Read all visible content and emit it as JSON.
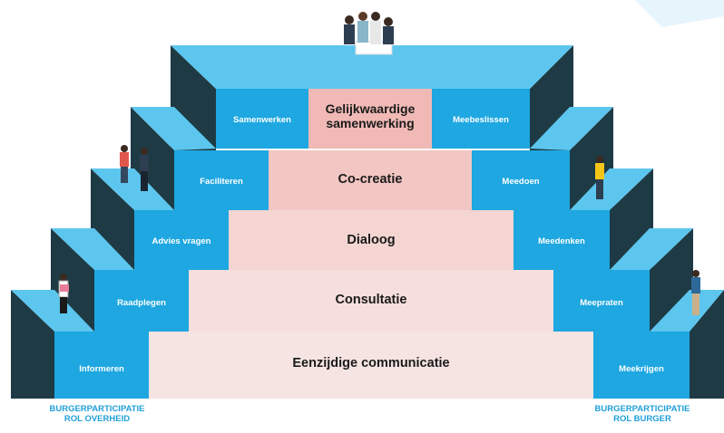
{
  "colors": {
    "stair_front": "#1ea7e1",
    "stair_top": "#5cc6ee",
    "stair_side": "#1e3a44",
    "band_top": "#f0b9b5",
    "band_bottom": "#f5e4e2",
    "footer_text": "#1f9fd8",
    "background": "#ffffff"
  },
  "levels": [
    {
      "center_label": "Eenzijdige communicatie",
      "left_label": "Informeren",
      "right_label": "Meekrijgen"
    },
    {
      "center_label": "Consultatie",
      "left_label": "Raadplegen",
      "right_label": "Meepraten"
    },
    {
      "center_label": "Dialoog",
      "left_label": "Advies vragen",
      "right_label": "Meedenken"
    },
    {
      "center_label": "Co-creatie",
      "left_label": "Faciliteren",
      "right_label": "Meedoen"
    },
    {
      "center_label": "Gelijkwaardige samenwerking",
      "left_label": "Samenwerken",
      "right_label": "Meebeslissen"
    }
  ],
  "footer": {
    "left": {
      "line1": "BURGERPARTICIPATIE",
      "line2": "ROL OVERHEID"
    },
    "right": {
      "line1": "BURGERPARTICIPATIE",
      "line2": "ROL BURGER"
    }
  },
  "figures": [
    "people-group-icon",
    "person-left-icon",
    "person-pair-icon",
    "person-right-icon",
    "person-walking-icon"
  ]
}
